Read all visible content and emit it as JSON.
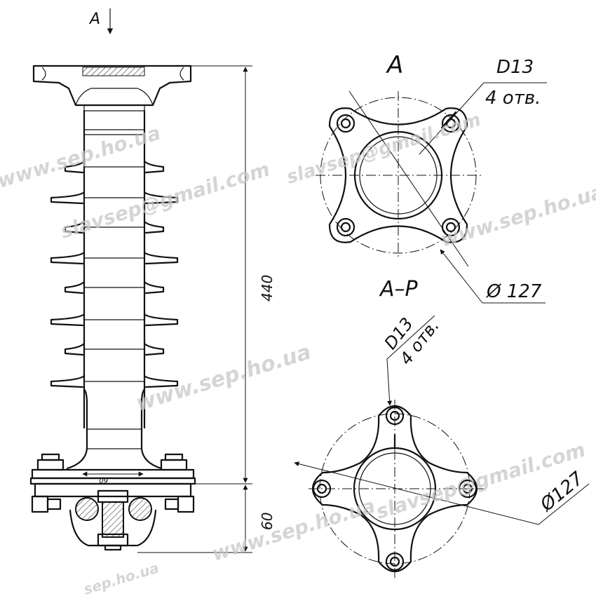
{
  "labels": {
    "view_arrow": "A",
    "view_a_title": "A",
    "view_ap_title": "A–P",
    "dim_height": "440",
    "dim_base": "60",
    "dim_base_width": "60",
    "hole_size_top": "D13",
    "hole_count_top": "4 отв.",
    "circle_top": "Ø 127",
    "hole_size_bottom": "D13",
    "hole_count_bottom": "4 отв.",
    "circle_bottom": "Ø127"
  },
  "watermarks": {
    "site": "www.sep.ho.ua",
    "site_short": "sep.ho.ua",
    "email": "slavsep@gmail.com"
  }
}
